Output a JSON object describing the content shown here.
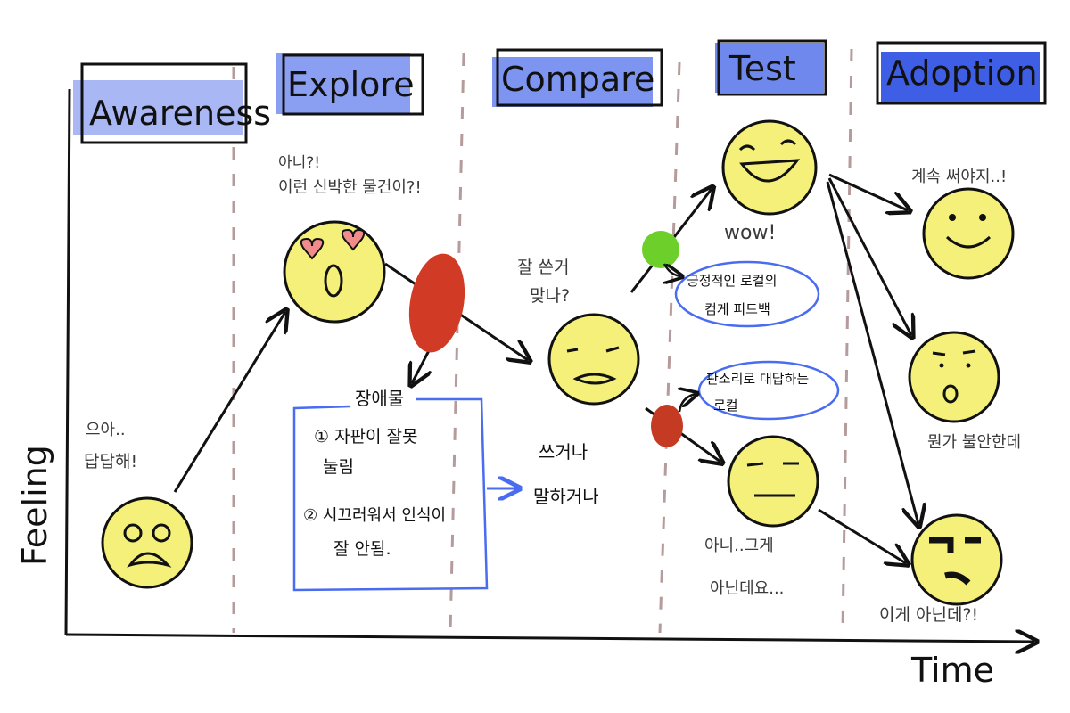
{
  "axes": {
    "y_label": "Feeling",
    "x_label": "Time"
  },
  "stages": [
    {
      "name": "Awareness"
    },
    {
      "name": "Explore"
    },
    {
      "name": "Compare"
    },
    {
      "name": "Test"
    },
    {
      "name": "Adoption"
    }
  ],
  "colors": {
    "stage_fill_light": "#a9b8f5",
    "stage_fill_mid": "#6f88ee",
    "stage_fill_dark": "#3f5ee6",
    "face": "#f4f07a",
    "face_shadow": "#e6e25a",
    "obstacle_red": "#d13b25",
    "success_green": "#6ccf2a",
    "feedback_blue": "#4a6cf0",
    "divider": "#b59b9b"
  },
  "annotations": {
    "awareness_quote_1": "으아..",
    "awareness_quote_2": "답답해!",
    "explore_quote_1": "아니?!",
    "explore_quote_2": "이런 신박한 물건이?!",
    "obstacle_title": "장애물",
    "obstacle_item_1a": "① 자판이 잘못",
    "obstacle_item_1b": "눌림",
    "obstacle_item_2a": "② 시끄러워서 인식이",
    "obstacle_item_2b": "잘 안됨.",
    "compare_quote_1": "잘 쓴거",
    "compare_quote_2": "맞나?",
    "compare_result_1": "쓰거나",
    "compare_result_2": "말하거나",
    "test_wow": "wow!",
    "positive_feedback_1": "긍정적인 로컬의",
    "positive_feedback_2": "컴게 피드백",
    "negative_feedback_1": "판소리로 대답하는",
    "negative_feedback_2": "로컬",
    "test_neutral_1": "아니..그게",
    "test_neutral_2": "아닌데요...",
    "adopt_happy": "계속 써야지..!",
    "adopt_worried": "뭔가 불안한데",
    "adopt_angry": "이게 아닌데?!"
  }
}
